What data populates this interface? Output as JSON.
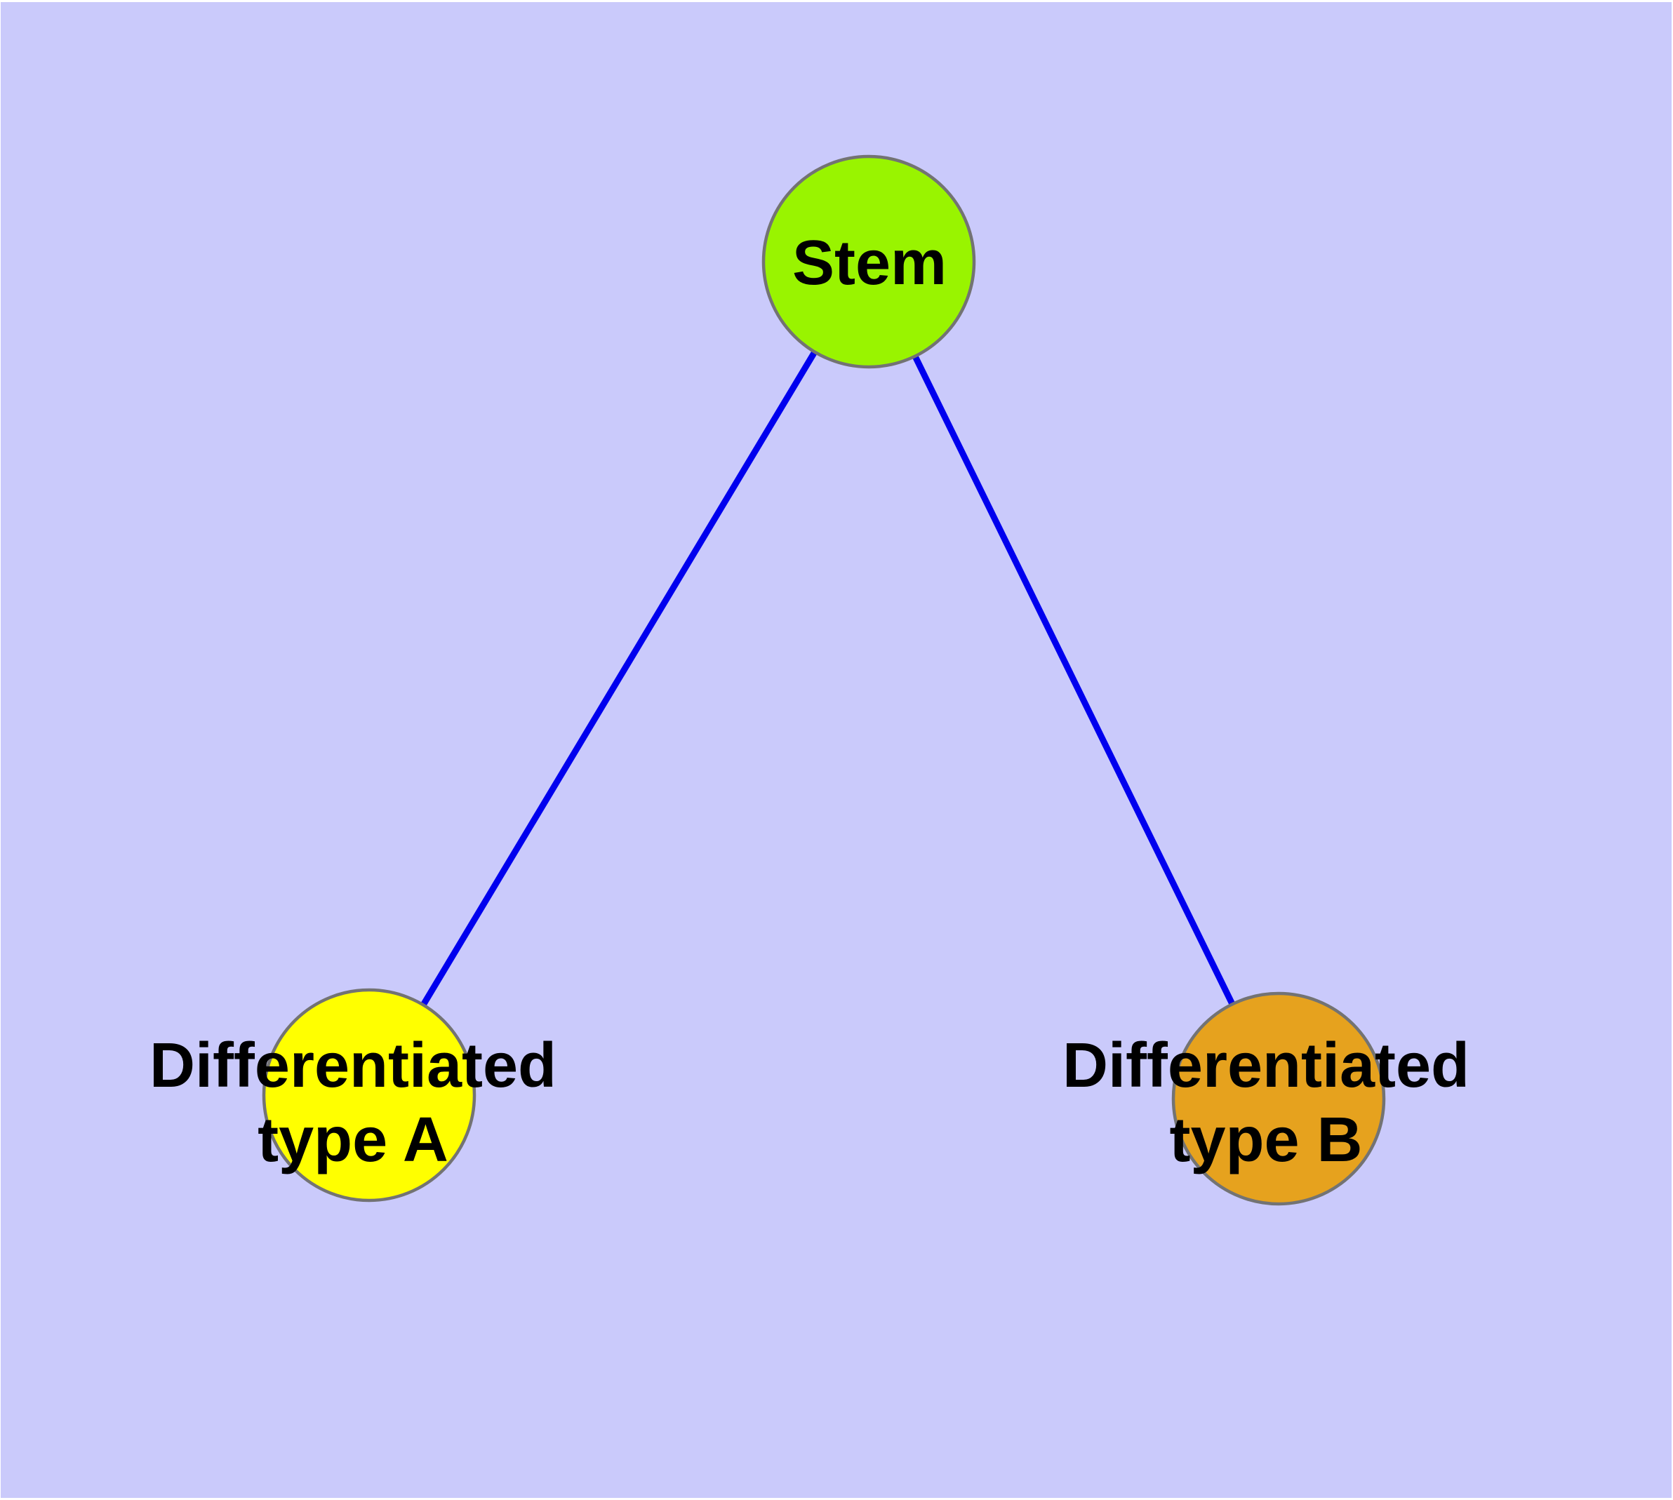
{
  "diagram": {
    "type": "graph",
    "background_color": "#CACAFB",
    "edge_color": "#0000EE",
    "node_border_color": "#737373",
    "label_color": "#000000",
    "nodes": [
      {
        "id": "stem",
        "label": "Stem",
        "fill": "#99F400"
      },
      {
        "id": "differentiated-type-a",
        "label_line1": "Differentiated",
        "label_line2": "type A",
        "fill": "#FFFF00"
      },
      {
        "id": "differentiated-type-b",
        "label_line1": "Differentiated",
        "label_line2": "type B",
        "fill": "#E6A21E"
      }
    ],
    "edges": [
      {
        "from": "stem",
        "to": "differentiated-type-a"
      },
      {
        "from": "stem",
        "to": "differentiated-type-b"
      }
    ]
  }
}
